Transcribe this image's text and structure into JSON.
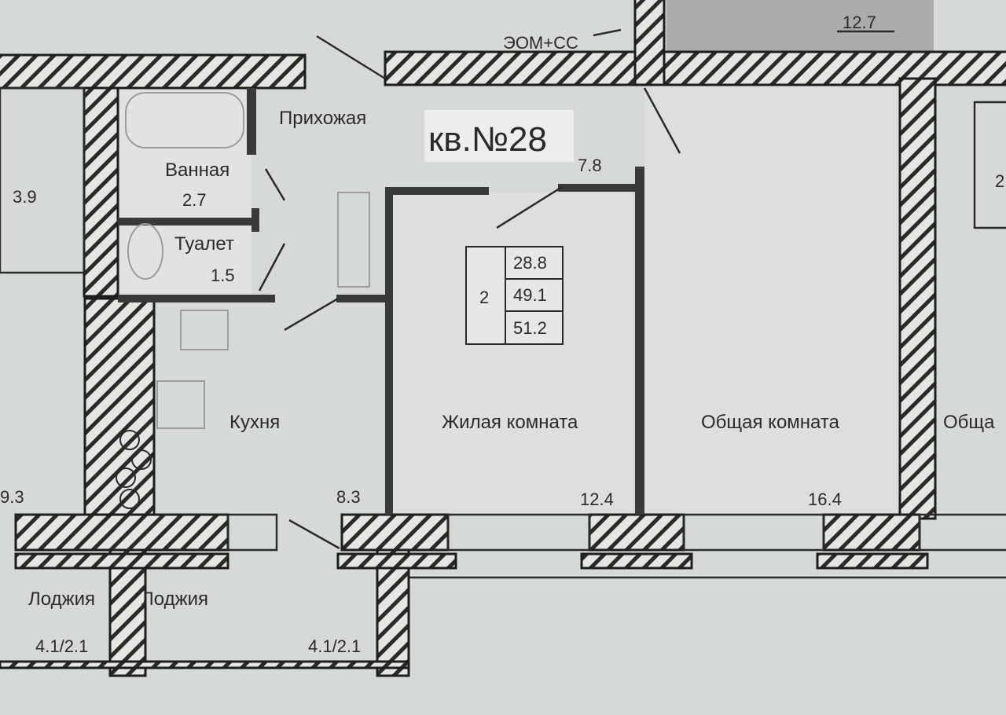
{
  "apartment": {
    "title": "кв.№28",
    "rooms_count": "2",
    "areas": [
      "28.8",
      "49.1",
      "51.2"
    ]
  },
  "rooms": {
    "hallway": {
      "name": "Прихожая",
      "area": "7.8"
    },
    "bathroom": {
      "name": "Ванная",
      "area": "2.7"
    },
    "toilet": {
      "name": "Туалет",
      "area": "1.5"
    },
    "kitchen": {
      "name": "Кухня",
      "area": "8.3"
    },
    "bedroom": {
      "name": "Жилая комната",
      "area": "12.4"
    },
    "living": {
      "name": "Общая комната",
      "area": "16.4"
    },
    "loggia_left": {
      "name": "Лоджия",
      "area": "4.1/2.1"
    },
    "loggia_right": {
      "name": "Лоджия",
      "area": "4.1/2.1"
    }
  },
  "neighbors": {
    "left_bath_area": "3.9",
    "left_kitchen_area": "9.3",
    "right_room_name": "Обща",
    "right_room_area": "2",
    "top_area": "12.7",
    "top_shaft": "ЭОМ+СС"
  }
}
